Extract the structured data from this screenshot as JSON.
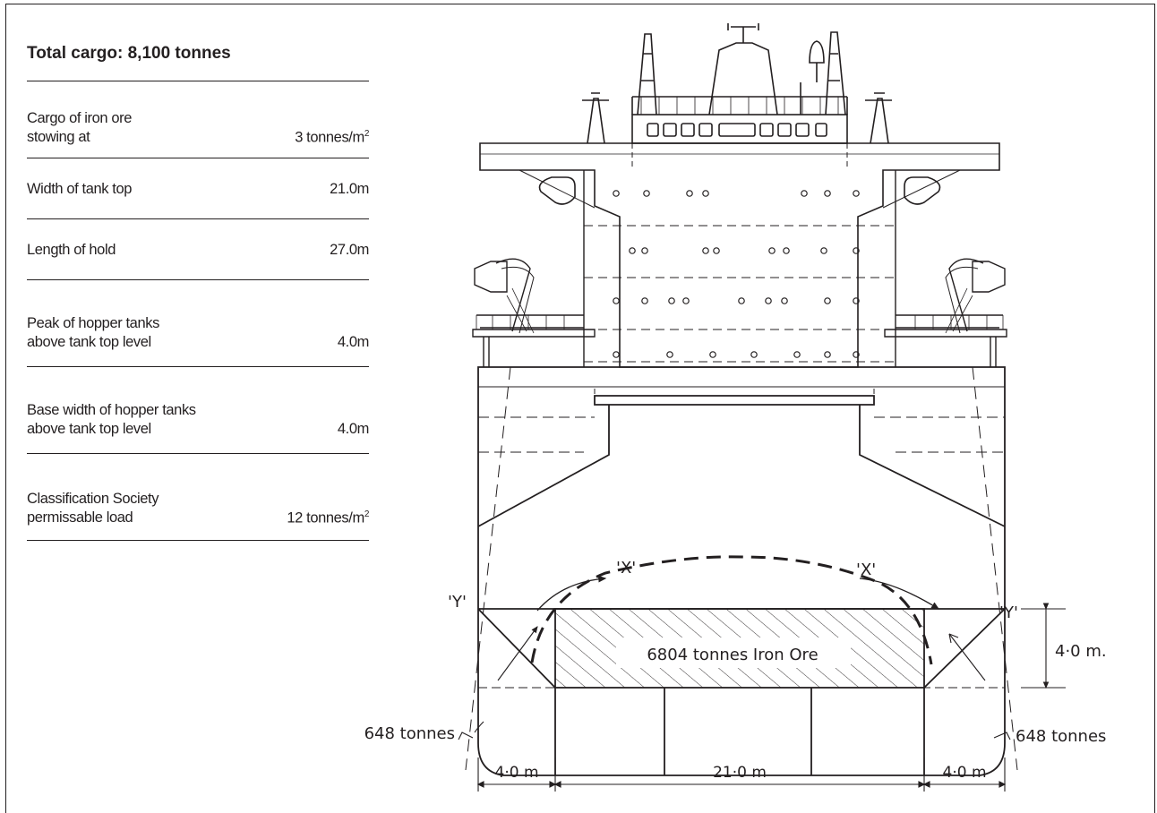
{
  "spec_table": {
    "title": "Total cargo: 8,100 tonnes",
    "rows": [
      {
        "label": "Cargo of iron ore\nstowing at",
        "value": "3 tonnes/m",
        "sup": "2"
      },
      {
        "label": "Width of tank top",
        "value": "21.0m"
      },
      {
        "label": "Length of hold",
        "value": "27.0m"
      },
      {
        "label": "Peak of hopper tanks\nabove tank top level",
        "value": "4.0m"
      },
      {
        "label": "Base width of hopper tanks\nabove tank top level",
        "value": "4.0m"
      },
      {
        "label": "Classification Society\npermissable load",
        "value": "12 tonnes/m",
        "sup": "2"
      }
    ]
  },
  "diagram": {
    "cargo_label": "6804 tonnes Iron Ore",
    "marker_x_left": "'X'",
    "marker_x_right": "'X'",
    "marker_y_left": "'Y'",
    "marker_y_right": "'Y'",
    "wing_left_label": "648 tonnes",
    "wing_right_label": "648 tonnes",
    "height_dim": "4·0 m.",
    "dim_left": "4·0 m",
    "dim_center": "21·0 m",
    "dim_right": "4·0 m",
    "line_color": "#231f20",
    "background": "#ffffff"
  }
}
